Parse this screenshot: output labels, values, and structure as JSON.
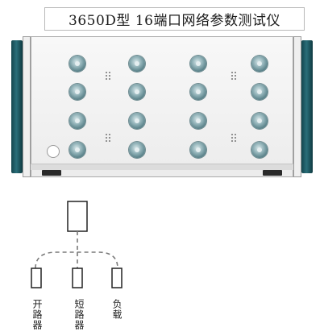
{
  "title": "3650D型  16端口网络参数测试仪",
  "colors": {
    "handle": "#1f5a64",
    "port": "#6f9aa1",
    "panel": "#f2f2f2"
  },
  "instrument": {
    "port_rows": 4,
    "port_columns": 4,
    "handle_icon": "rack-handle-icon",
    "power_icon": "power-button-icon"
  },
  "standards": [
    {
      "label": "开路器"
    },
    {
      "label": "短路器"
    },
    {
      "label": "负载"
    }
  ]
}
